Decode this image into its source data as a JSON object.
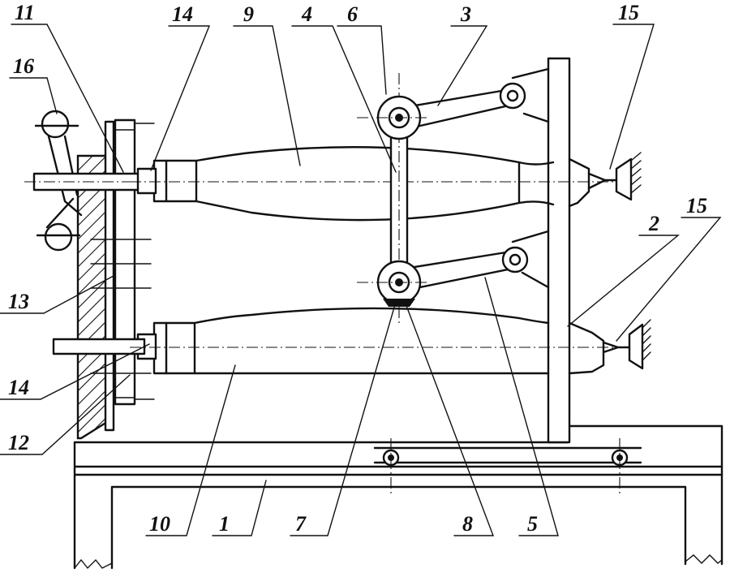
{
  "figure": {
    "labels": {
      "l1": "1",
      "l2": "2",
      "l3": "3",
      "l4": "4",
      "l5": "5",
      "l6": "6",
      "l7": "7",
      "l8": "8",
      "l9": "9",
      "l10": "10",
      "l11": "11",
      "l12": "12",
      "l13": "13",
      "l14a": "14",
      "l14b": "14",
      "l15a": "15",
      "l15b": "15",
      "l16": "16"
    }
  }
}
